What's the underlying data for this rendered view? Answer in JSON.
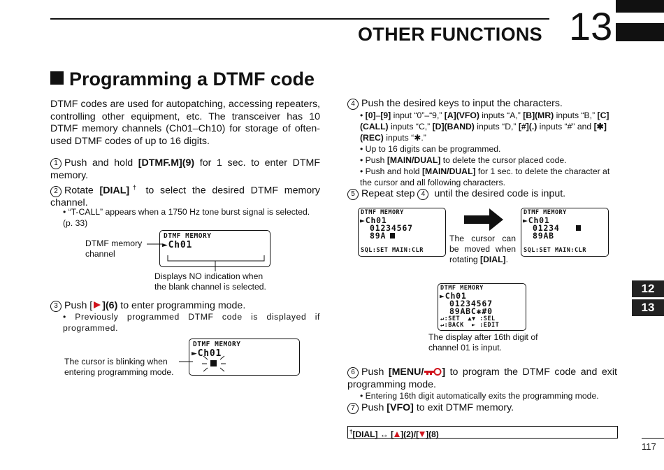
{
  "header": {
    "chapter_title": "OTHER FUNCTIONS",
    "chapter_number": "13"
  },
  "section": {
    "title": "Programming a DTMF code"
  },
  "intro": "DTMF codes are used for autopatching, accessing repeaters, controlling other equipment, etc. The transceiver has 10 DTMF memory channels (Ch01–Ch10) for storage of often-used DTMF codes of up to 16 digits.",
  "steps": {
    "s1": {
      "num": "1",
      "pre": "Push and hold ",
      "key": "[DTMF.M](9)",
      "post": " for 1 sec. to enter DTMF memory."
    },
    "s2": {
      "num": "2",
      "pre": "Rotate ",
      "key": "[DIAL]",
      "sup": "†",
      "post": " to select the desired DTMF memory channel.",
      "bullet": "“T-CALL” appears when a 1750 Hz tone burst signal is selected. (p. 33)"
    },
    "s3": {
      "num": "3",
      "pre": "Push [",
      "key": "](6)",
      "post": " to enter programming mode.",
      "bullet": "Previously programmed DTMF code is displayed if programmed."
    },
    "s4": {
      "num": "4",
      "text": "Push the desired keys to input the characters.",
      "b1": {
        "k1": "[0]",
        "t1": "–",
        "k2": "[9]",
        "t2": " input “0”–“9,” ",
        "k3": "[A](VFO)",
        "t3": " inputs “A,” ",
        "k4": "[B](MR)",
        "t4": " inputs “B,” ",
        "k5": "[C](CALL)",
        "t5": " inputs “C,” ",
        "k6": "[D](BAND)",
        "t6": " inputs “D,” ",
        "k7": "[#](.)",
        "t7": " inputs “#” and ",
        "k8": "[✱](REC)",
        "t8": " inputs “✱.”"
      },
      "b2": "Up to 16 digits can be programmed.",
      "b3": {
        "pre": "Push ",
        "key": "[MAIN/DUAL]",
        "post": " to delete the cursor placed code."
      },
      "b4": {
        "pre": "Push and hold ",
        "key": "[MAIN/DUAL]",
        "post": " for 1 sec. to delete the character at the cursor and all following characters."
      }
    },
    "s5": {
      "num": "5",
      "pre": "Repeat step ",
      "ref": "4",
      "post": " until the desired code is input."
    },
    "s6": {
      "num": "6",
      "pre": "Push ",
      "key": "[MENU/",
      "post1": "]",
      "post": " to program the DTMF code and exit programming mode.",
      "bullet": "Entering 16th digit automatically exits the programming mode."
    },
    "s7": {
      "num": "7",
      "pre": "Push ",
      "key": "[VFO]",
      "post": " to exit DTMF memory."
    }
  },
  "lcd1": {
    "title": "DTMF MEMORY",
    "channel": "►Ch01"
  },
  "lcd1_labels": {
    "left": "DTMF memory\nchannel",
    "below": "Displays NO indication when\nthe blank channel is selected."
  },
  "lcd2": {
    "title": "DTMF MEMORY",
    "channel": "►Ch01"
  },
  "lcd2_label": "The cursor is blinking when\nentering programming mode.",
  "lcd3": {
    "title": "DTMF MEMORY",
    "channel": "►Ch01",
    "code1": "01234567",
    "code2": "89A",
    "footer": "SQL:SET MAIN:CLR"
  },
  "lcd4": {
    "title": "DTMF MEMORY",
    "channel": "►Ch01",
    "code1": "01234",
    "code2": "89AB",
    "footer": "SQL:SET MAIN:CLR"
  },
  "cursor_caption": {
    "text": "The cursor can be moved when rotating ",
    "key": "[DIAL]",
    "end": "."
  },
  "lcd5": {
    "title": "DTMF MEMORY",
    "channel": "►Ch01",
    "code1": "01234567",
    "code2": "89ABC✱#0",
    "f1": "↵:SET  ▲▼ :SEL",
    "f2": "↵:BACK  ► :EDIT"
  },
  "lcd5_caption": "The display after 16th digit of\nchannel 01 is input.",
  "footnote": {
    "dagger": "†",
    "key": "[DIAL]",
    "arrow": " ↔ ",
    "k1": "[",
    "k1e": "](2)/[",
    "k2e": "](8)"
  },
  "side_tabs": [
    "12",
    "13"
  ],
  "page_number": "117",
  "colors": {
    "accent_red": "#d0131c",
    "text": "#111111",
    "tab_bg": "#222222"
  }
}
